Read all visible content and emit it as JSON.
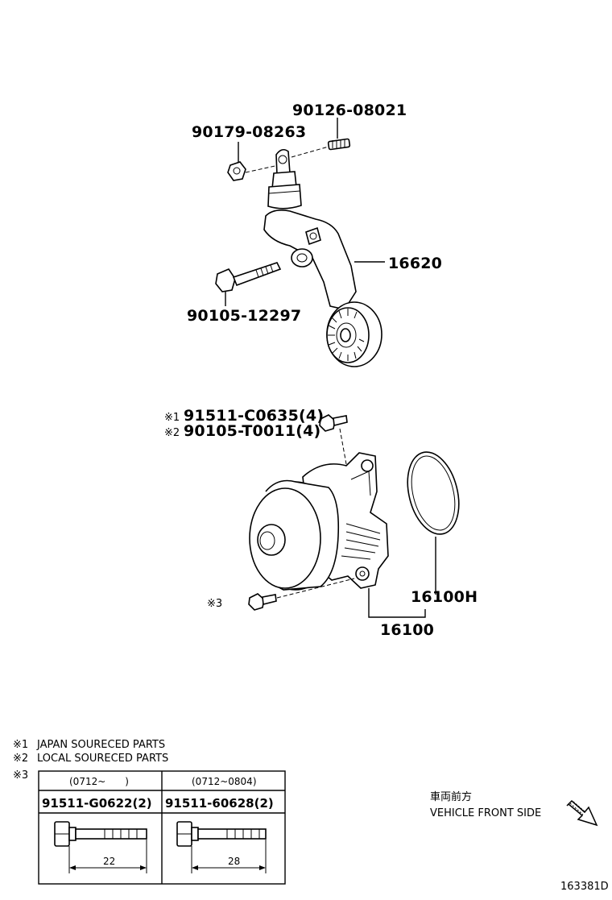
{
  "parts": {
    "nut_top": "90179-08263",
    "stud_top": "90126-08021",
    "tensioner": "16620",
    "bolt_tensioner": "90105-12297",
    "bolt_pump_1": "91511-C0635(4)",
    "bolt_pump_2": "90105-T0011(4)",
    "gasket": "16100H",
    "water_pump": "16100"
  },
  "marks": {
    "m1": "※1",
    "m2": "※2",
    "m3": "※3"
  },
  "notes": {
    "n1": "JAPAN SOURECED PARTS",
    "n2": "LOCAL SOURECED PARTS"
  },
  "table": {
    "col1_range": "(0712~　　)",
    "col2_range": "(0712~0804)",
    "col1_part": "91511-G0622(2)",
    "col2_part": "91511-60628(2)",
    "col1_len": "22",
    "col2_len": "28"
  },
  "direction": {
    "jp": "車両前方",
    "en": "VEHICLE FRONT SIDE"
  },
  "figure_id": "163381D"
}
